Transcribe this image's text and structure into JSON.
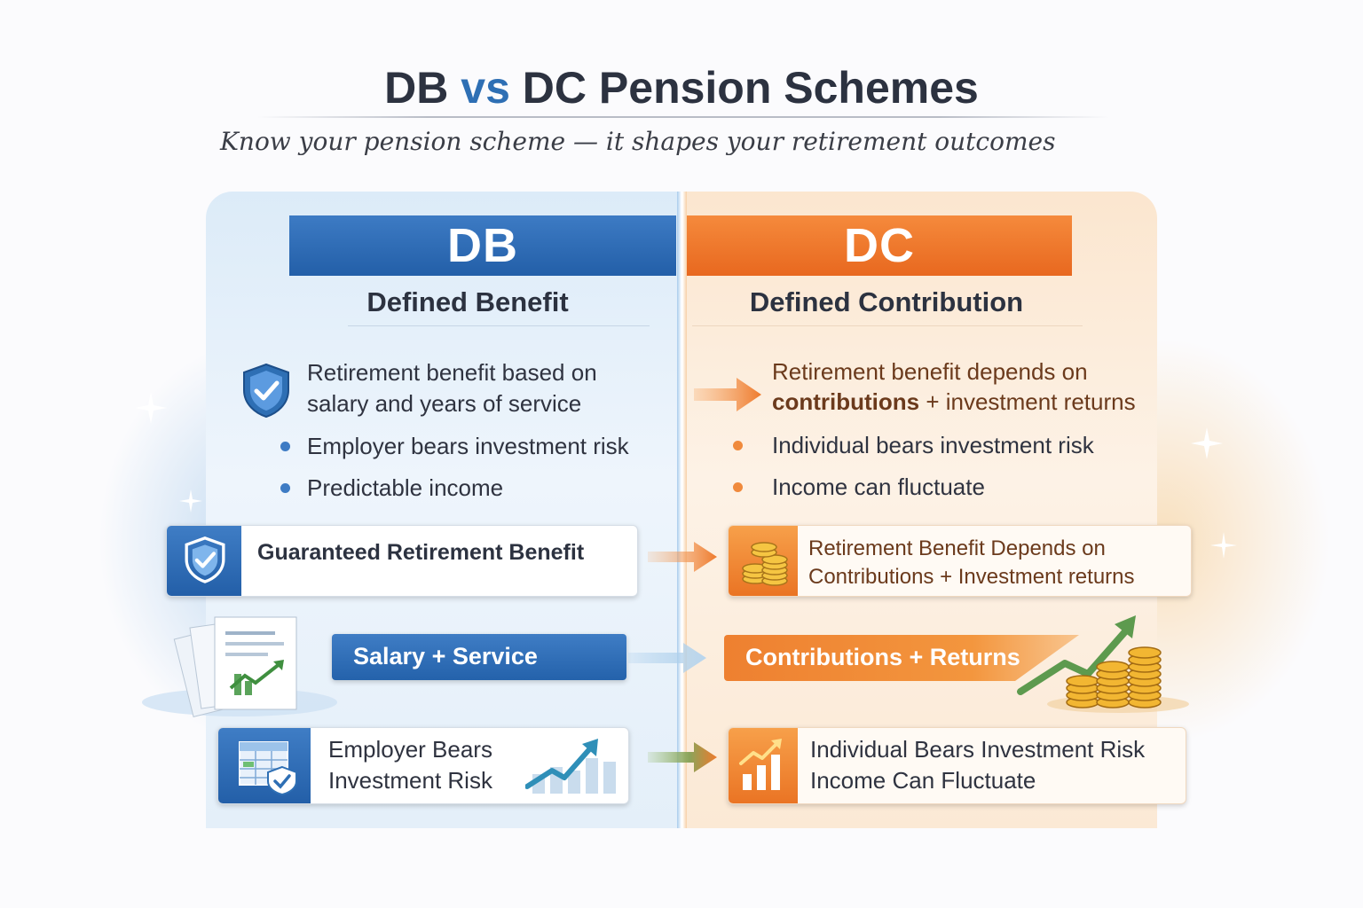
{
  "title": {
    "part1": "DB",
    "vs": "vs",
    "part2": "DC Pension Schemes"
  },
  "subtitle": "Know your pension scheme — it shapes your retirement outcomes",
  "db": {
    "header": "DB",
    "subheader": "Defined Benefit",
    "points": {
      "line1": "Retirement benefit based on",
      "line2": "salary and years of service",
      "bullet1": "Employer bears investment risk",
      "bullet2": "Predictable income"
    },
    "card1": "Guaranteed Retirement Benefit",
    "pill": "Salary + Service",
    "card3": {
      "line1": "Employer Bears",
      "line2": "Investment Risk"
    }
  },
  "dc": {
    "header": "DC",
    "subheader": "Defined Contribution",
    "points": {
      "line1": "Retirement benefit depends on",
      "line2_bold": "contributions",
      "line2_rest": " + investment returns",
      "bullet1": "Individual bears investment risk",
      "bullet2": "Income can fluctuate"
    },
    "card1": {
      "line1": "Retirement Benefit Depends on",
      "line2": "Contributions + Investment returns"
    },
    "pill": "Contributions + Returns",
    "card3": {
      "line1": "Individual Bears Investment Risk",
      "line2": "Income Can Fluctuate"
    }
  },
  "colors": {
    "db_blue": "#2e6fb4",
    "dc_orange": "#ee7a2c",
    "arrow_green": "#6f9a4a"
  },
  "icons": [
    "shield-check-icon",
    "arrow-right-icon",
    "coins-icon",
    "documents-chart-icon",
    "growth-arrow-icon",
    "spreadsheet-shield-icon",
    "bar-chart-up-icon"
  ]
}
